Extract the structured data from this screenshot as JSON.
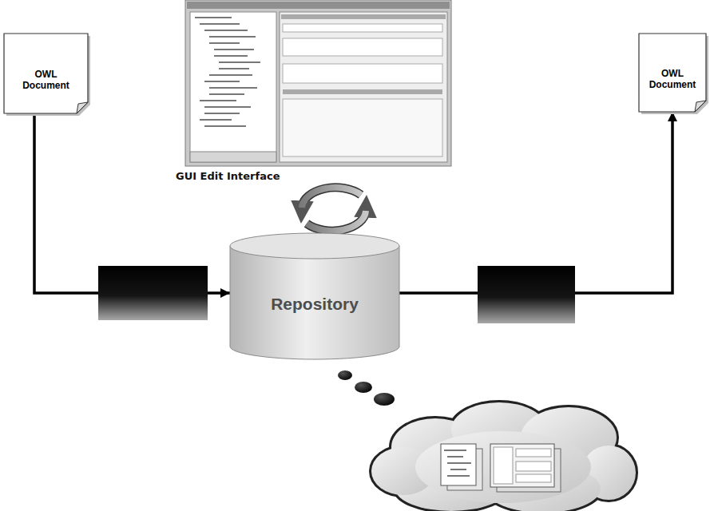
{
  "diagram": {
    "nodes": [
      {
        "text": [
          "OWL Document"
        ]
      },
      {
        "text": [
          "Repository"
        ]
      },
      {
        "text": [
          "OWL Document"
        ]
      }
    ],
    "edges": [
      {
        "from": 0,
        "to": 1,
        "arrow": "to"
      },
      {
        "from": 1,
        "to": 2,
        "arrow": "to"
      }
    ],
    "labels": [
      "GUI Edit Interface"
    ]
  }
}
